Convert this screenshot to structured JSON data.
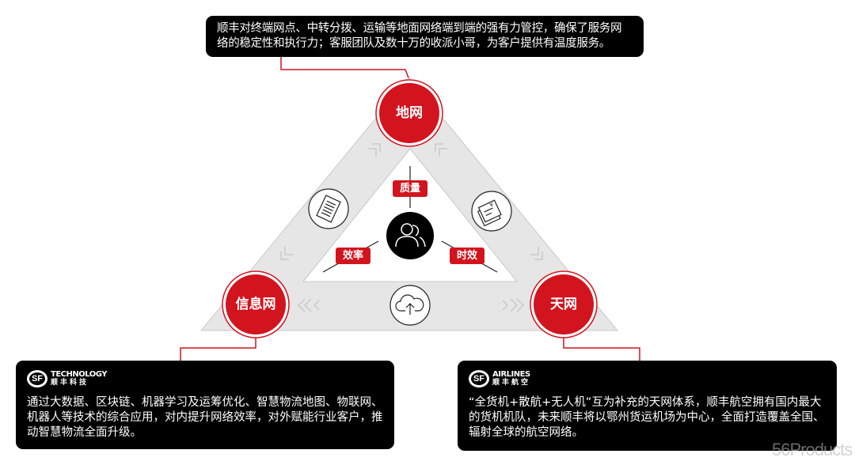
{
  "colors": {
    "accent_red": "#d2141e",
    "band_grey": "#e6e6e6",
    "box_black": "#000000"
  },
  "top_box": {
    "text": "顺丰对终端网点、中转分拨、运输等地面网络端到端的强有力管控，确保了服务网络的稳定性和执行力；客服团队及数十万的收派小哥，为客户提供有温度服务。"
  },
  "nodes": {
    "ground": "地网",
    "info": "信息网",
    "sky": "天网"
  },
  "center": {
    "icon": "people-icon",
    "tags": {
      "quality": "质量",
      "efficiency": "效率",
      "timeliness": "时效"
    }
  },
  "side_icons": [
    "document-icon",
    "invoice-icon",
    "cloud-upload-icon"
  ],
  "left_box": {
    "logo_en": "TECHNOLOGY",
    "logo_cn": "顺丰科技",
    "logo_mark": "SF",
    "text": "通过大数据、区块链、机器学习及运筹优化、智慧物流地图、物联网、机器人等技术的综合应用，对内提升网络效率，对外赋能行业客户，推动智慧物流全面升级。"
  },
  "right_box": {
    "logo_en": "AIRLINES",
    "logo_cn": "顺丰航空",
    "logo_mark": "SF",
    "text": "“全货机+散航+无人机”互为补充的天网体系，顺丰航空拥有国内最大的货机机队，未来顺丰将以鄂州货运机场为中心，全面打造覆盖全国、辐射全球的航空网络。"
  },
  "watermark": "56Products"
}
